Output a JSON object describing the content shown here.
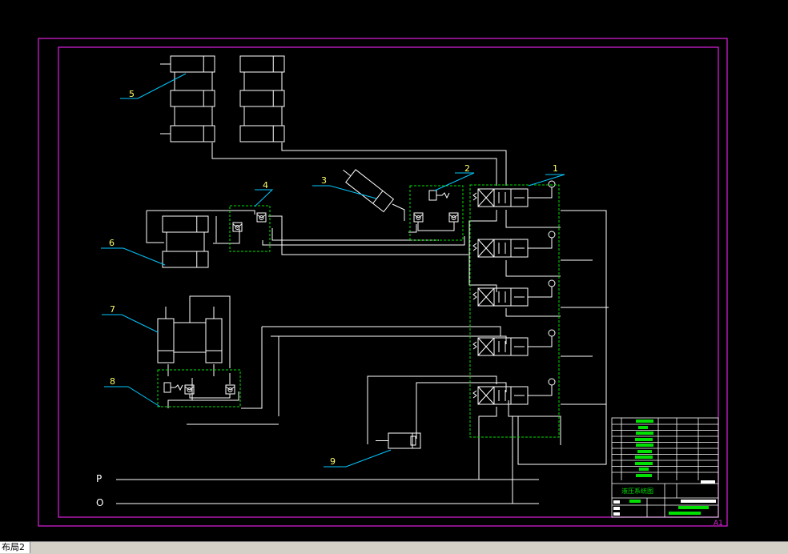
{
  "drawing": {
    "sheet_title": "液压系统图",
    "sheet_size": "A1",
    "callouts": [
      "1",
      "2",
      "3",
      "4",
      "5",
      "6",
      "7",
      "8",
      "9"
    ],
    "lines": {
      "pressure": "P",
      "tank": "O"
    },
    "colors": {
      "background": "#000000",
      "frame": "#e020e0",
      "lines": "#ffffff",
      "leader": "#00c8ff",
      "label": "#ffff66",
      "group_box": "#00e000",
      "bar": "#00e000"
    }
  },
  "tabs": {
    "active": "布局2"
  }
}
